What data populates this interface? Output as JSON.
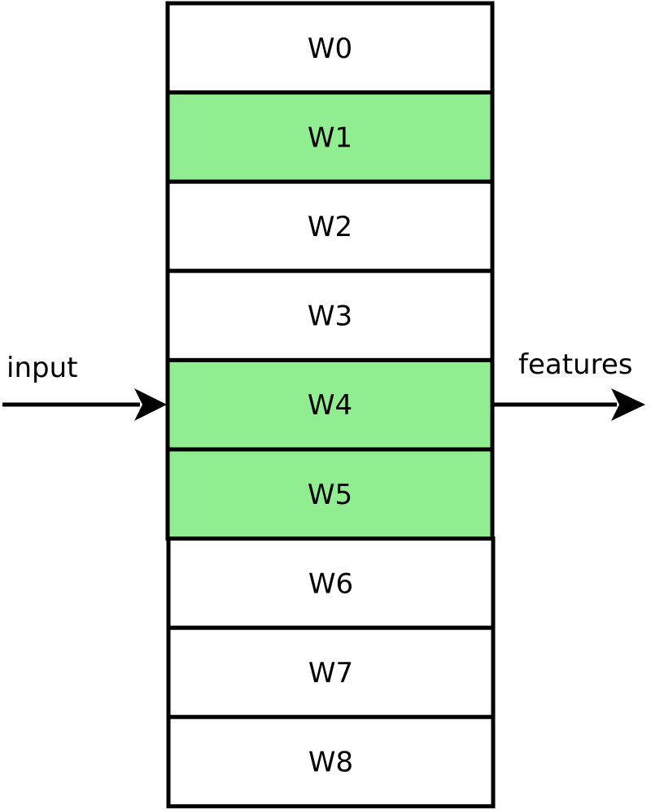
{
  "diagram": {
    "input_label": "input",
    "output_label": "features",
    "layers": [
      {
        "label": "W0",
        "highlighted": false
      },
      {
        "label": "W1",
        "highlighted": true
      },
      {
        "label": "W2",
        "highlighted": false
      },
      {
        "label": "W3",
        "highlighted": false
      },
      {
        "label": "W4",
        "highlighted": true
      },
      {
        "label": "W5",
        "highlighted": true
      },
      {
        "label": "W6",
        "highlighted": false
      },
      {
        "label": "W7",
        "highlighted": false
      },
      {
        "label": "W8",
        "highlighted": false
      }
    ],
    "colors": {
      "highlight": "#90ee90",
      "normal": "#ffffff",
      "stroke": "#000000"
    }
  }
}
